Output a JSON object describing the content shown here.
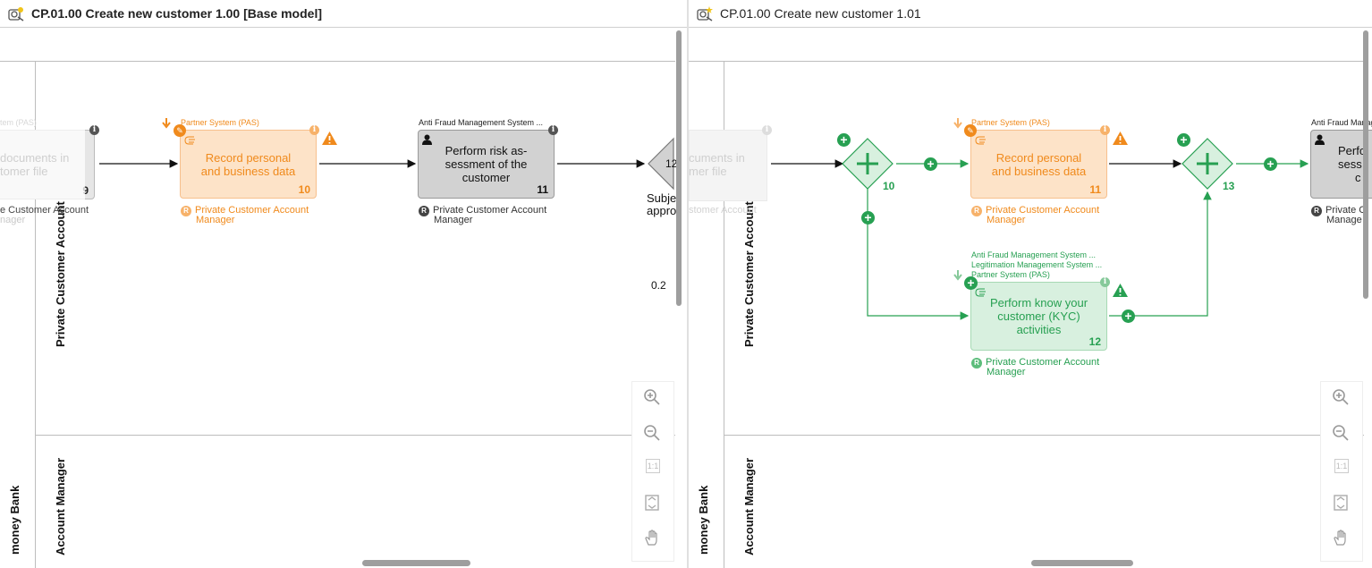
{
  "left_panel": {
    "title": "CP.01.00 Create new customer 1.00 [Base model]",
    "pool_label": "money Bank",
    "lane_top_label": "Private Customer Account Manager",
    "lane_bottom_label": "Account Manager",
    "partial_task": {
      "text_line1": "documents in",
      "text_line2": "tomer file",
      "number": "9",
      "system": "tem (PAS)",
      "role_line1": "e Customer Account",
      "role_line2": "nager"
    },
    "task_record": {
      "system": "Partner System (PAS)",
      "text": "Record personal and business data",
      "number": "10",
      "role_line1": "Private Customer Account",
      "role_line2": "Manager"
    },
    "task_risk": {
      "system": "Anti Fraud Management System ...",
      "text": "Perform risk as-sessment of the customer",
      "number": "11",
      "role_line1": "Private Customer Account",
      "role_line2": "Manager"
    },
    "gateway": {
      "number": "12",
      "label_line1": "Subje",
      "label_line2": "appro",
      "probability": "0.2"
    }
  },
  "right_panel": {
    "title": "CP.01.00 Create new customer 1.01",
    "pool_label": "money Bank",
    "lane_top_label": "Private Customer Account Manager",
    "lane_bottom_label": "Account Manager",
    "partial_task": {
      "text_line1": "cuments in",
      "text_line2": "mer file",
      "role": "stomer Account"
    },
    "gateway_split": {
      "number": "10"
    },
    "gateway_join": {
      "number": "13"
    },
    "task_record": {
      "system": "Partner System (PAS)",
      "text": "Record personal and business data",
      "number": "11",
      "role_line1": "Private Customer Account",
      "role_line2": "Manager"
    },
    "task_kyc": {
      "systems": [
        "Anti Fraud Management System ...",
        "Legitimation Management System ...",
        "Partner System (PAS)"
      ],
      "text": "Perform know your customer (KYC) activities",
      "number": "12",
      "role_line1": "Private Customer Account",
      "role_line2": "Manager"
    },
    "task_risk_partial": {
      "system": "Anti Fraud Management System ...",
      "text_line1": "Perfo",
      "text_line2": "sess",
      "text_line3": "c",
      "role_line1": "Private C",
      "role_line2": "Manage"
    }
  },
  "zoom_toolbar": {
    "zoom_in": "zoom-in-icon",
    "zoom_out": "zoom-out-icon",
    "actual_size": "1:1",
    "fit": "fit-page-icon",
    "pan": "hand-icon"
  },
  "colors": {
    "orange": "#f08a1c",
    "green": "#27a052",
    "grey_task": "#d2d2d2"
  }
}
